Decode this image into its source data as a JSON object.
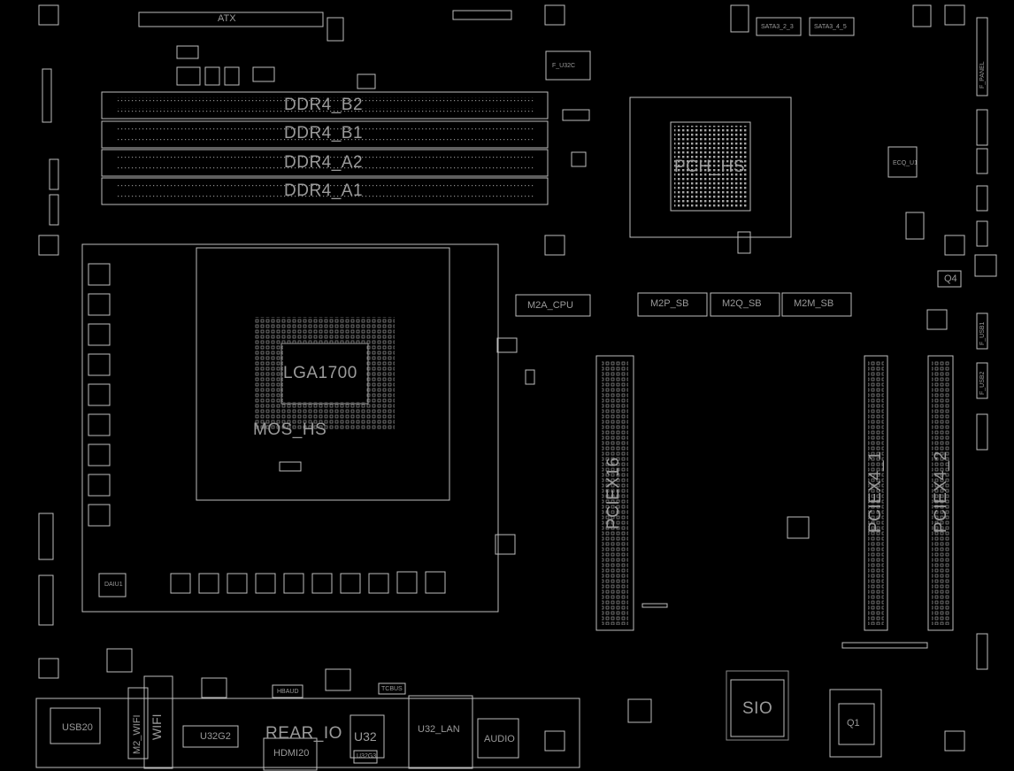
{
  "board": {
    "atx": "ATX",
    "dimm": [
      "DDR4_B2",
      "DDR4_B1",
      "DDR4_A2",
      "DDR4_A1"
    ],
    "cpu_socket": "LGA1700",
    "vrm_heatsink": "MOS_HS",
    "pch_heatsink": "PCH_HS",
    "m2_slots": [
      "M2A_CPU",
      "M2P_SB",
      "M2Q_SB",
      "M2M_SB"
    ],
    "pcie": [
      "PCIEX16",
      "PCIEX4_1",
      "PCIEX4_2"
    ],
    "sio": "SIO",
    "rear_io": {
      "title": "REAR_IO",
      "usb20": "USB20",
      "m2_wifi": "M2_WIFI",
      "wifi": "WIFI",
      "u32g2": "U32G2",
      "hdmi": "HDMI20",
      "u32": "U32",
      "u32g3": "U32G3",
      "u32_lan": "U32_LAN",
      "audio": "AUDIO"
    },
    "header_labels": {
      "f_panel": "F_PANEL",
      "f_u32c": "F_U32C",
      "sata_a": "SATA3_2_3",
      "sata_b": "SATA3_4_5",
      "q4": "Q4",
      "f_usb1": "F_USB1",
      "f_usb2": "F_USB2",
      "daiu1": "DAIU1",
      "ecq_u1": "ECQ_U1",
      "tcbus": "TCBUS",
      "hbaud": "HBAUD",
      "q1": "Q1"
    },
    "colors": {
      "background": "#000000",
      "outline": "#bdbdbd",
      "label": "#9a9a9a"
    }
  }
}
